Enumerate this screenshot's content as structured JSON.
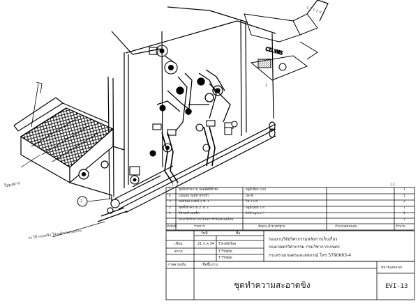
{
  "drawing": {
    "side_label": "ใส่ผงฝาง",
    "callout_number": "2",
    "bottom_note": "ลง ใช้ แบบหรือ ใส่งบต้าเคนรองงาน",
    "dim_label_1": "1. 1",
    "dim_label_2": "1",
    "scale_note": "J.1",
    "corner_text": "1.1 1 1 V"
  },
  "bom": {
    "rows": [
      {
        "no": "5",
        "name": "ชุดทั้งทำความ ปอดสิทธิ์ชั่วทั้ง",
        "spec": "อลูมิเนียม แบบ",
        "qty": "1"
      },
      {
        "no": "4",
        "name": "เเผงเตอ รอมีสารกันขั้ว",
        "spec": "ปลาศ",
        "qty": "1"
      },
      {
        "no": "3",
        "name": "ลดแหลง แจคส์ 2 ช. 1",
        "spec": "ไฟ 1 HP",
        "qty": "2"
      },
      {
        "no": "2",
        "name": "ชุดทั้งทำความ 2. ฮ. 1",
        "spec": "อลูมิเนียม 1 ผ",
        "qty": "1"
      },
      {
        "no": "1",
        "name": "โครงสร้างเหล็ก",
        "spec": "100 kg/cm²",
        "qty": "1"
      },
      {
        "no": "",
        "name": "ตะแกรงทำความ ชวนการกรองจะเคลื่อน",
        "spec": "",
        "qty": "1"
      }
    ],
    "header": {
      "no": "ลำดับที่",
      "name": "รายการ",
      "spec": "ข้อแนะนำมาตรฐาน",
      "material": "จำนวนตอนนอน",
      "qty": "จำนวน"
    }
  },
  "titleblock": {
    "col_date": "วันที่",
    "col_name": "ชื่อ",
    "rows": [
      {
        "role": "เขียน",
        "date": "21 ก.ค.34",
        "name": "T.พงษ์ทวีผล"
      },
      {
        "role": "ตรวจ",
        "date": "",
        "name": "T.วีรัชมิท"
      },
      {
        "role": "",
        "date": "",
        "name": "T.วีรัชมิท"
      }
    ],
    "org_line1": "กองงานวิจัยวิศวกรรมหลังการเก็บเกี่ยว",
    "org_line2": "กองเกษตรวิศวกรรม   กรมวิชาการเกษตร",
    "org_line3": "กระทรวงเกษตรและสหกรณ์  โทร  5790663-4",
    "approve_label": "ภาพลายเส้น",
    "approve_value": "ชื่อชิ้นงาน",
    "main_title": "ชุดทำความสะอาดขิง",
    "code_label": "หมายเลขแบบ",
    "code": "EVI-13"
  }
}
